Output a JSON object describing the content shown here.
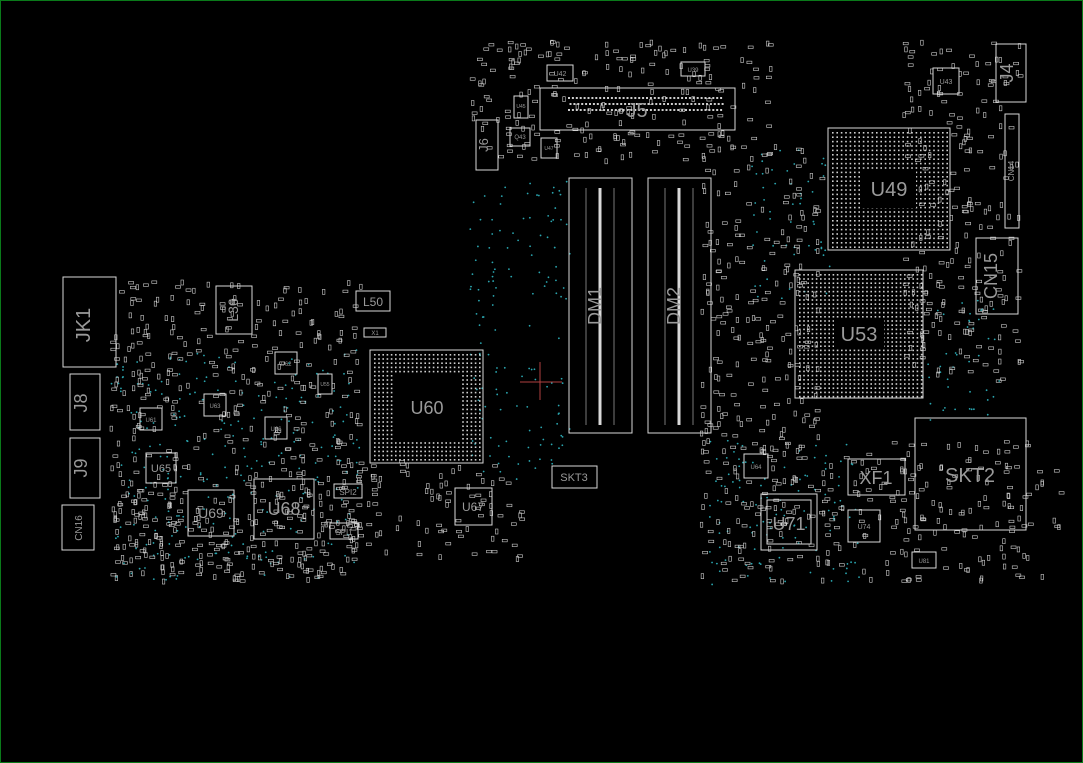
{
  "board": {
    "colors": {
      "background": "#000000",
      "frame": "#0a7a1a",
      "outline": "#d8d8d8",
      "label": "#9a9a9a",
      "via": "#2aa6b0",
      "cursor": "#b04040"
    },
    "large_labels": {
      "JK1": "JK1",
      "J8": "J8",
      "J9": "J9",
      "CN16": "CN16",
      "L36": "L36",
      "L50": "L50",
      "U60": "U60",
      "J5": "J5",
      "J6": "J6",
      "J4": "J4",
      "U49": "U49",
      "CN14": "CN14",
      "CN15": "CN15",
      "U53": "U53",
      "DM1": "DM1",
      "DM2": "DM2",
      "SKT2": "SKT2",
      "SKT3": "SKT3",
      "XF1": "XF1",
      "U71": "U71",
      "U67": "U67",
      "U68": "U68",
      "U69": "U69",
      "U65": "U65",
      "SPI2": "SPI2",
      "SPI1": "SPI1"
    },
    "small_labels": {
      "U42": "U42",
      "U39": "U39",
      "U43": "U43",
      "U45": "U45",
      "Q43": "Q43",
      "U47": "U47",
      "U61": "U61",
      "U63": "U63",
      "U62": "U62",
      "U66": "U66",
      "U64": "U64",
      "X1": "X1",
      "U4x": "U4?",
      "U55": "U55",
      "U74": "U74",
      "U81": "U81"
    }
  }
}
